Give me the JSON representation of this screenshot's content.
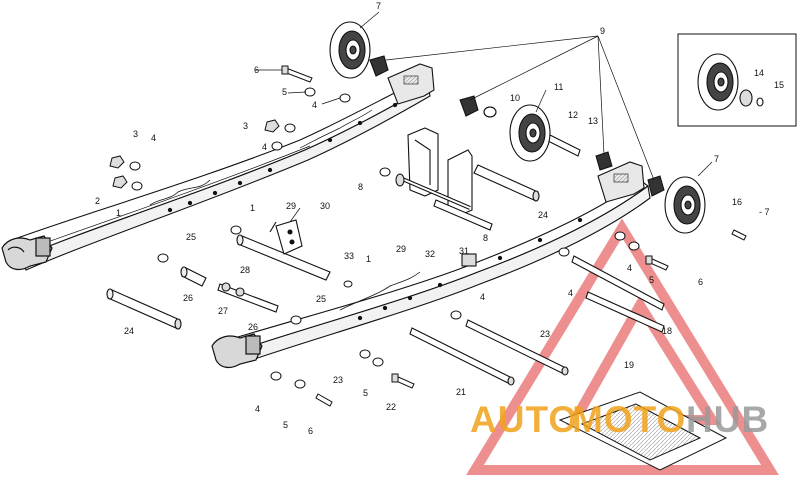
{
  "watermark": {
    "part1": "AUTO",
    "part2": "MOTO",
    "part3": "HUB",
    "colors": {
      "orange": "#f2a21a",
      "gray": "#9a9a9a",
      "red": "#e85a5a"
    }
  },
  "callouts": {
    "n1": "1",
    "n2": "2",
    "n3": "3",
    "n4": "4",
    "n5": "5",
    "n6": "6",
    "n7": "7",
    "n7b": "- 7",
    "n8": "8",
    "n9": "9",
    "n10": "10",
    "n11": "11",
    "n12": "12",
    "n13": "13",
    "n14": "14",
    "n15": "15",
    "n16": "16",
    "n18": "18",
    "n19": "19",
    "n21": "21",
    "n22": "22",
    "n23": "23",
    "n24": "24",
    "n25": "25",
    "n26": "26",
    "n27": "27",
    "n28": "28",
    "n29": "29",
    "n30": "30",
    "n31": "31",
    "n32": "32",
    "n33": "33"
  }
}
